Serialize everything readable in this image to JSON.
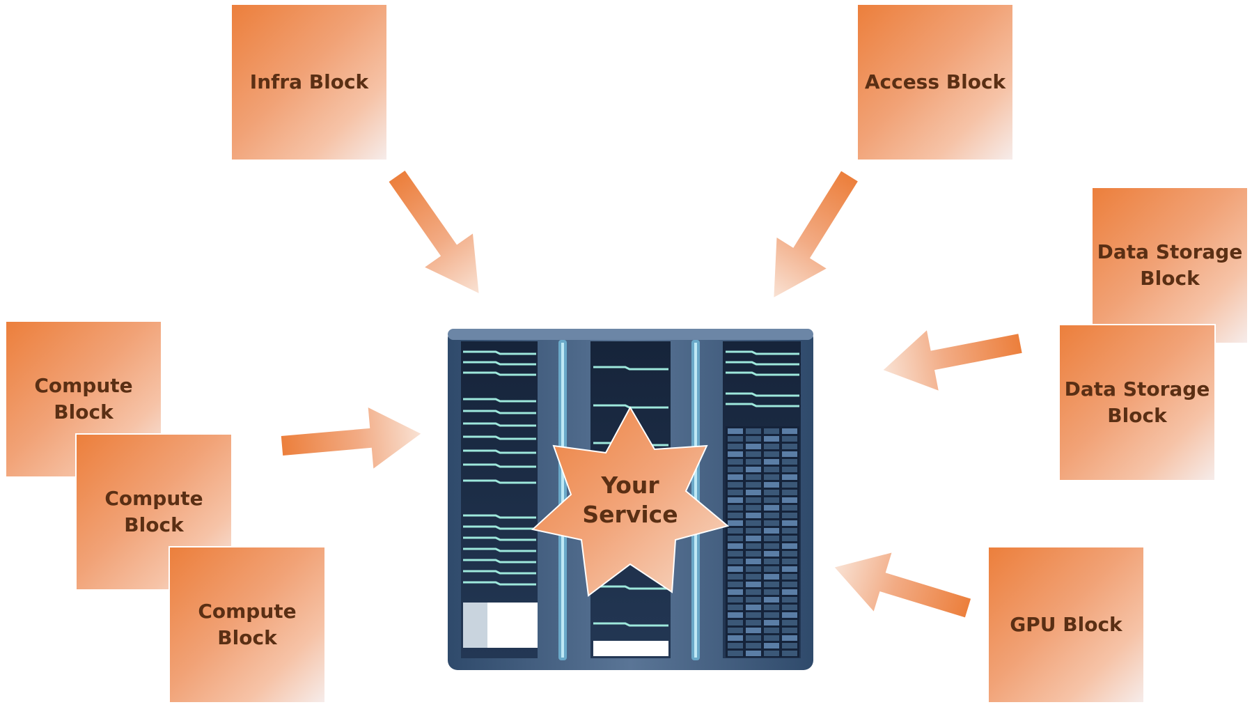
{
  "blocks": {
    "infra": "Infra Block",
    "access": "Access Block",
    "data_storage_1": "Data Storage\nBlock",
    "data_storage_2": "Data Storage\nBlock",
    "compute_1": "Compute\nBlock",
    "compute_2": "Compute\nBlock",
    "compute_3": "Compute\nBlock",
    "gpu": "GPU Block"
  },
  "center": {
    "label": "Your\nService"
  },
  "colors": {
    "block_gradient_start": "#ec7f3c",
    "block_gradient_end": "#f6ecea",
    "label_text": "#5a2f14",
    "arrow": "#ec7f3c",
    "rack_frame": "#3a5577",
    "rack_slot": "#1c2c45",
    "server_line": "#9ee8dc"
  }
}
